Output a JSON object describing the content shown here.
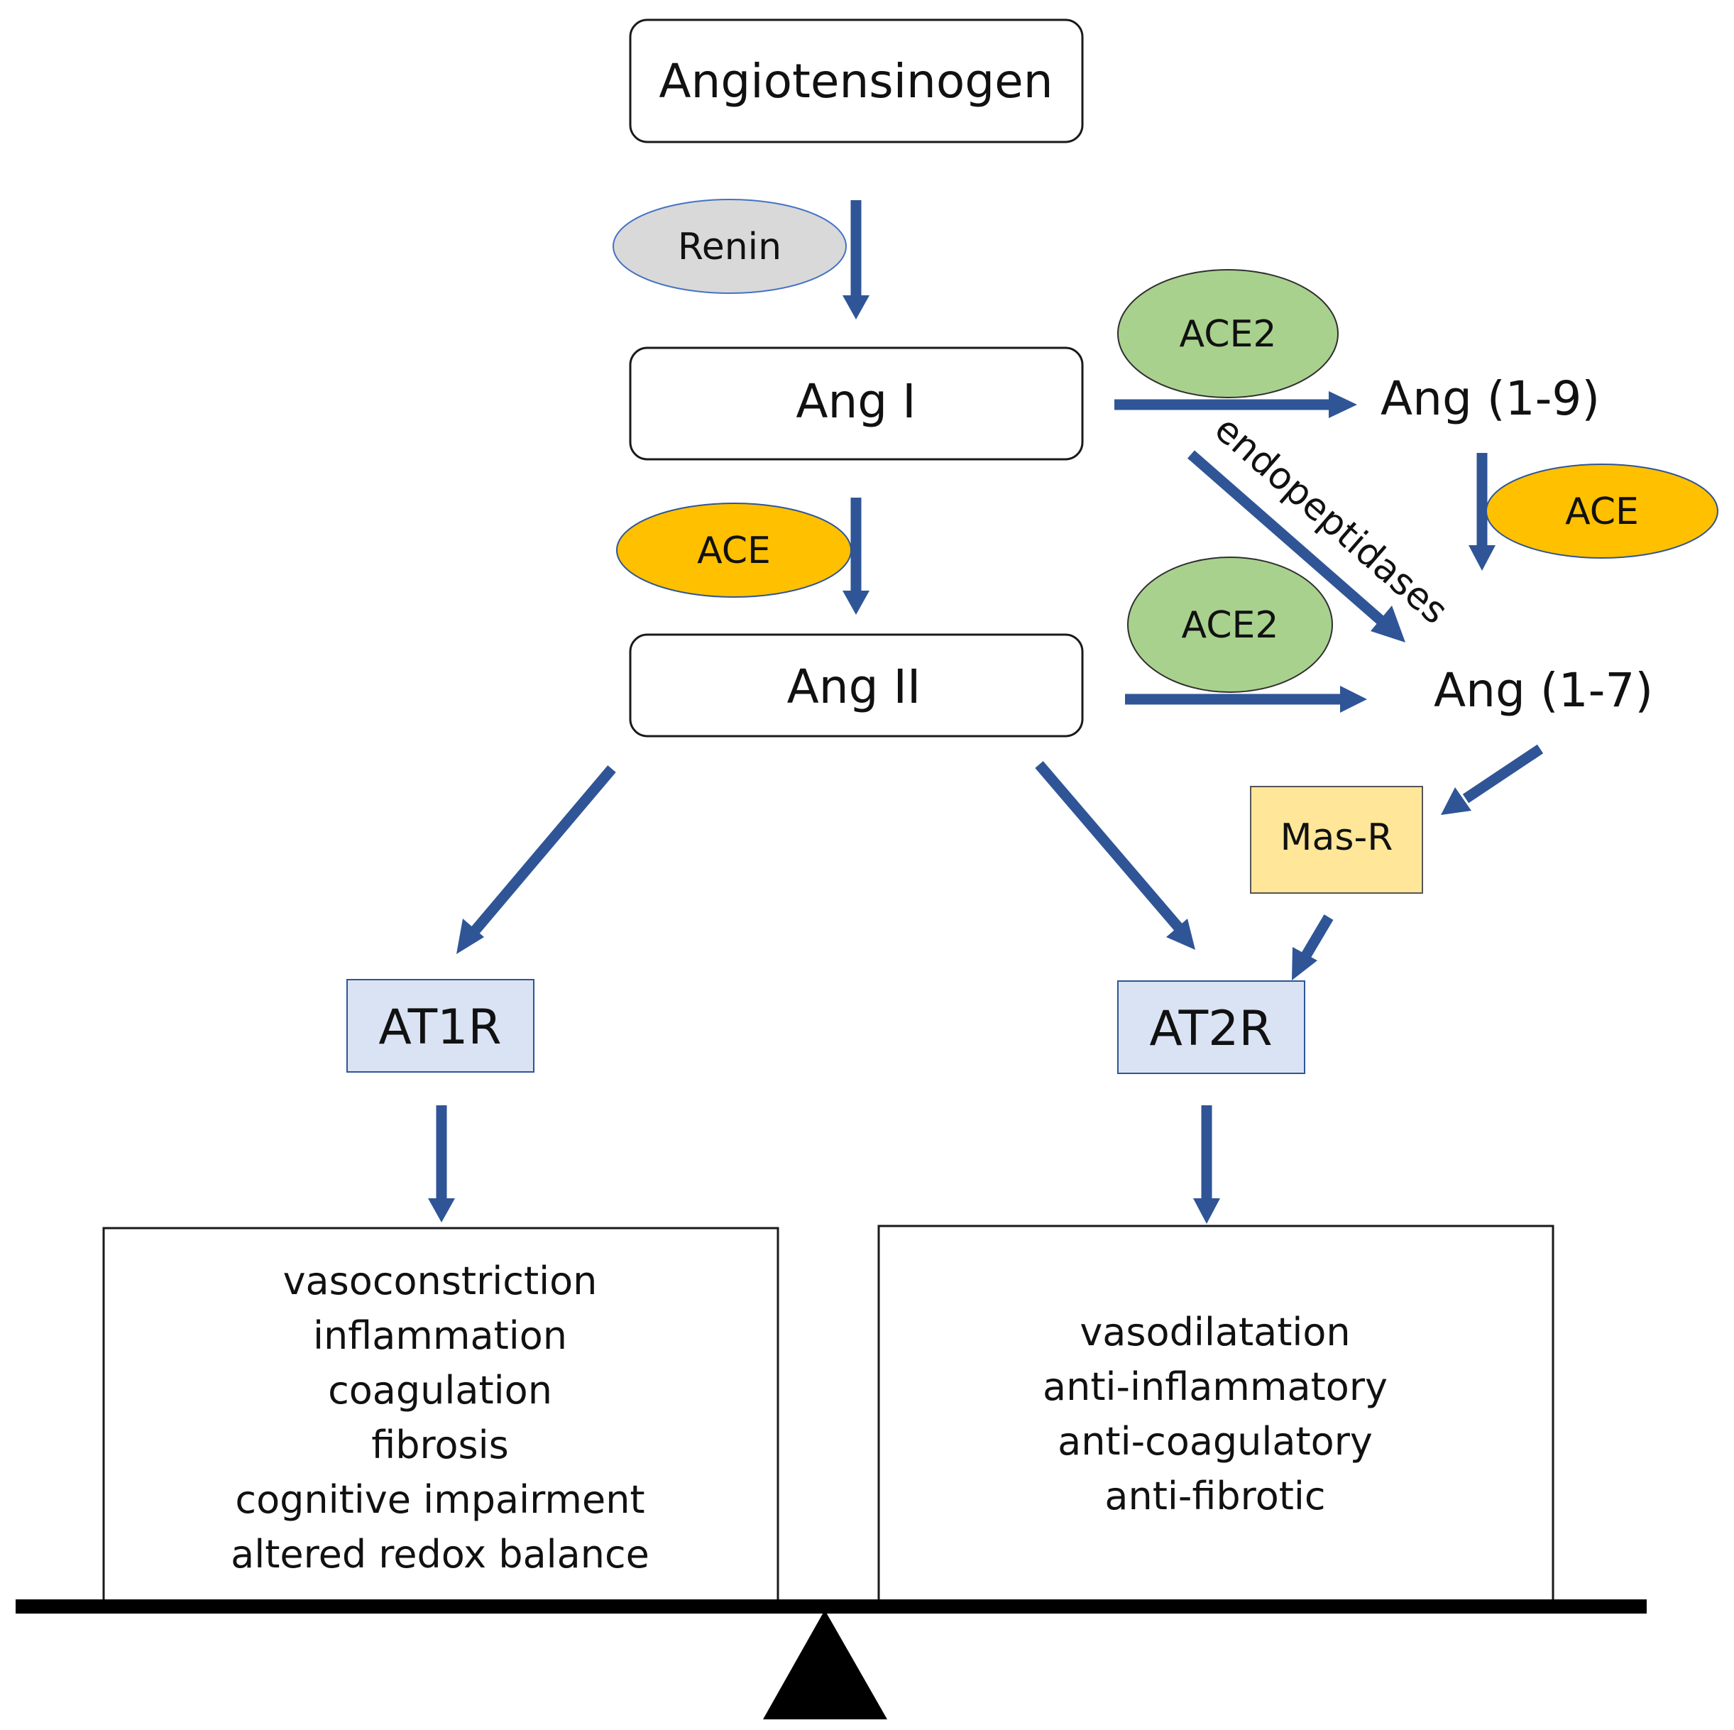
{
  "colors": {
    "arrow": "#2f5597",
    "ace": "#ffc000",
    "ace2": "#a9d18e",
    "renin": "#d9d9d9",
    "mas_r": "#ffe699",
    "receptor": "#dae3f3",
    "fulcrum": "#000000"
  },
  "nodes": {
    "angiotensinogen": "Angiotensinogen",
    "ang1": "Ang I",
    "ang2": "Ang II",
    "ang19": "Ang (1-9)",
    "ang17": "Ang (1-7)"
  },
  "enzymes": {
    "renin": "Renin",
    "ace_main": "ACE",
    "ace_side": "ACE",
    "ace2_top": "ACE2",
    "ace2_bottom": "ACE2",
    "endopeptidases": "endopeptidases"
  },
  "receptors": {
    "at1r": "AT1R",
    "at2r": "AT2R",
    "mas_r": "Mas-R"
  },
  "effects": {
    "at1r": [
      "vasoconstriction",
      "inflammation",
      "coagulation",
      "fibrosis",
      "cognitive impairment",
      "altered redox balance"
    ],
    "at2r": [
      "vasodilatation",
      "anti-inflammatory",
      "anti-coagulatory",
      "anti-fibrotic"
    ]
  }
}
